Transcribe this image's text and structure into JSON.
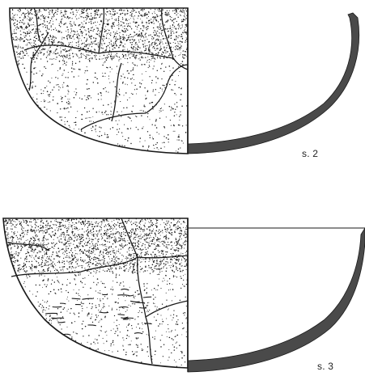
{
  "drawings": [
    {
      "label": "s. 2",
      "texture": "stipple-with-cracks"
    },
    {
      "label": "s. 3",
      "texture": "stipple-with-cracks-and-streaks"
    }
  ],
  "colors": {
    "ink": "#1a1a1a",
    "section_fill": "#4a4a4a",
    "background": "#ffffff"
  }
}
